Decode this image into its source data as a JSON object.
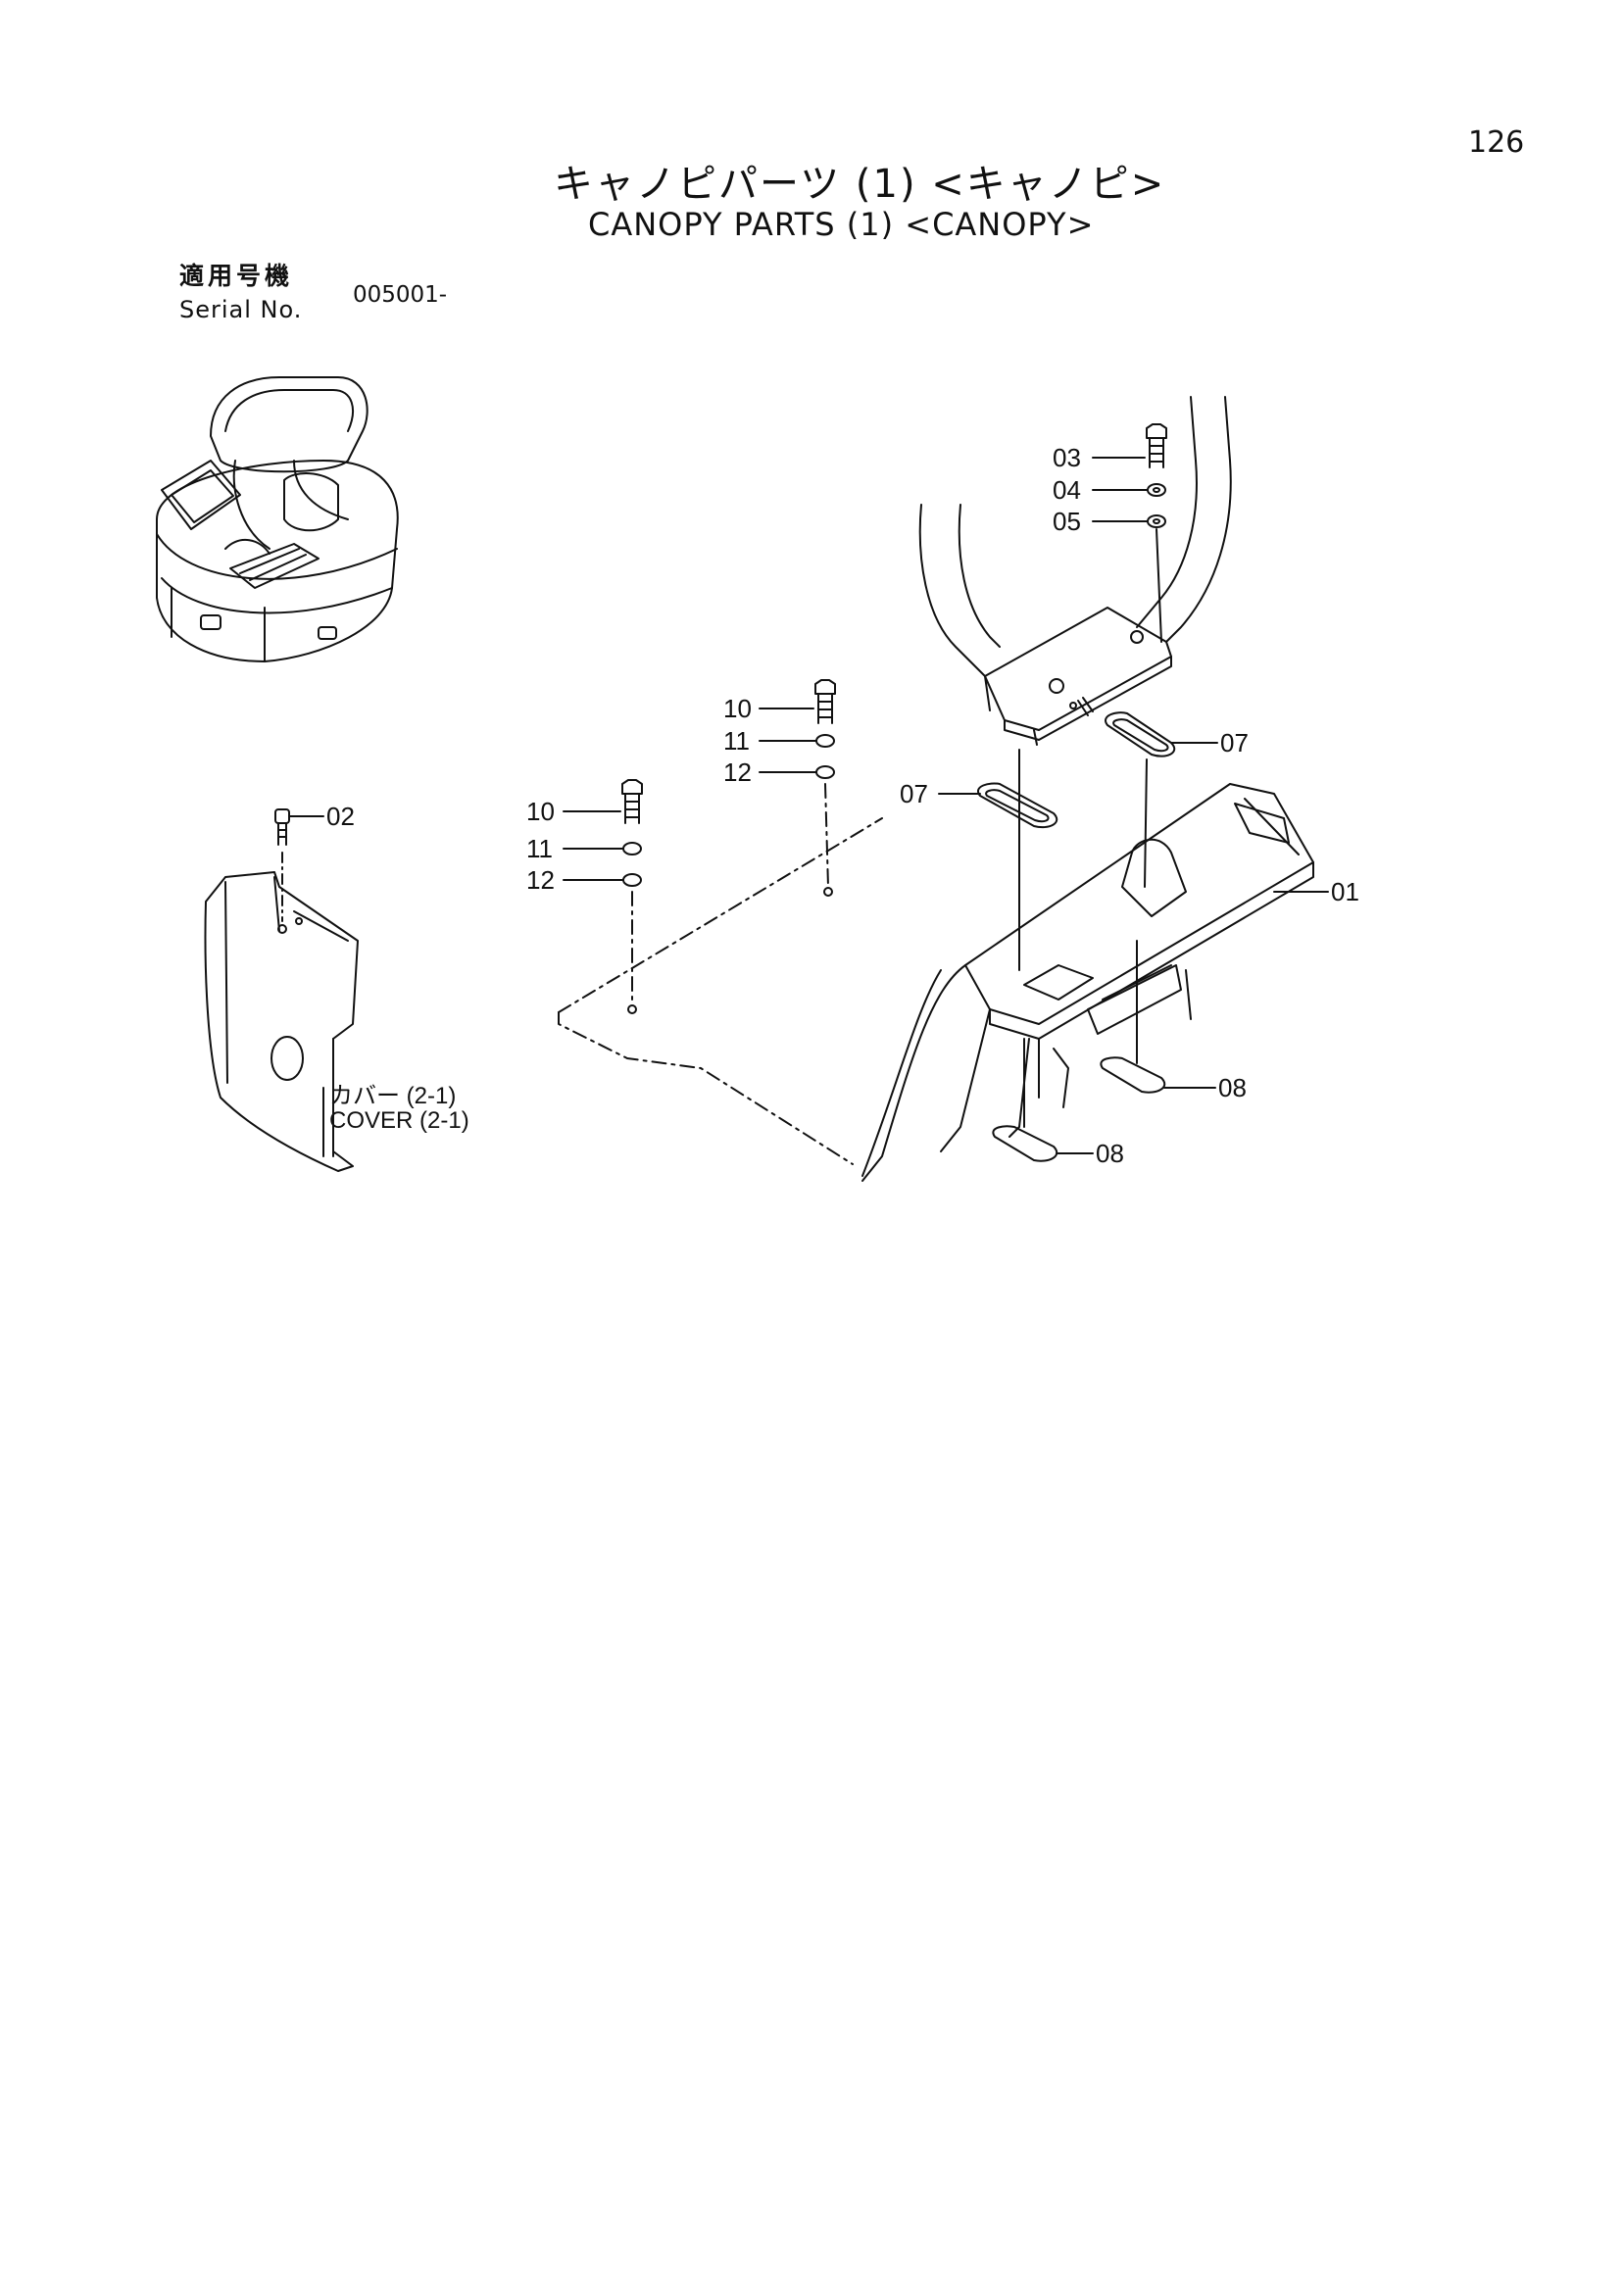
{
  "page": {
    "number": "126",
    "title_jp": "キャノピパーツ (1) <キャノピ>",
    "title_en": "CANOPY PARTS (1) <CANOPY>"
  },
  "serial": {
    "label_jp": "適用号機",
    "label_en": "Serial No.",
    "value": "005001-"
  },
  "callouts": {
    "c01": "01",
    "c02": "02",
    "c03": "03",
    "c04": "04",
    "c05": "05",
    "c07a": "07",
    "c07b": "07",
    "c08a": "08",
    "c08b": "08",
    "c10a": "10",
    "c11a": "11",
    "c12a": "12",
    "c10b": "10",
    "c11b": "11",
    "c12b": "12"
  },
  "cover_ref": {
    "jp": "カバー (2-1)",
    "en": "COVER (2-1)"
  }
}
